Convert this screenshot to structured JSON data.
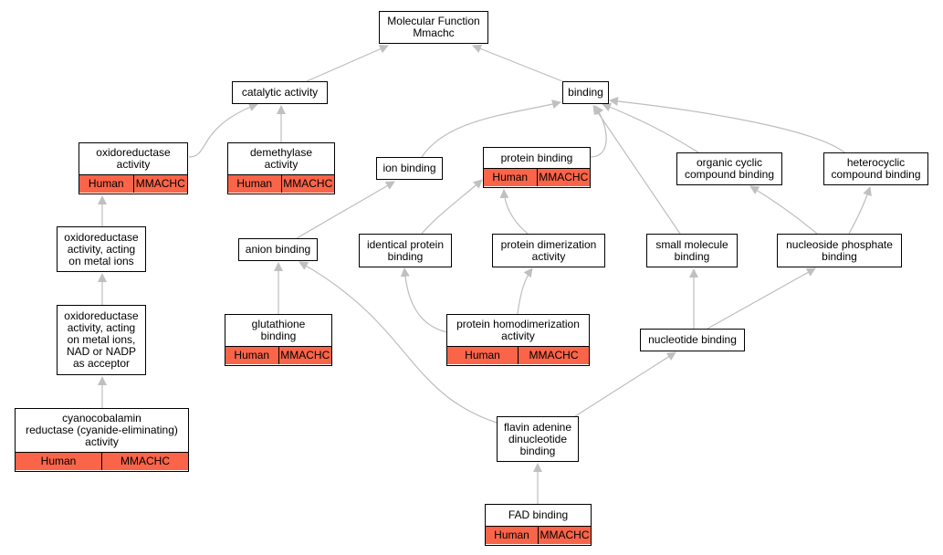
{
  "nodes": {
    "mf": {
      "label": "Molecular Function\nMmachc"
    },
    "cat": {
      "label": "catalytic activity"
    },
    "bind": {
      "label": "binding"
    },
    "oxred": {
      "label": "oxidoreductase\nactivity",
      "species": "Human",
      "gene": "MMACHC"
    },
    "demeth": {
      "label": "demethylase\nactivity",
      "species": "Human",
      "gene": "MMACHC"
    },
    "ionb": {
      "label": "ion binding"
    },
    "protb": {
      "label": "protein binding",
      "species": "Human",
      "gene": "MMACHC"
    },
    "orgcyc": {
      "label": "organic cyclic\ncompound binding"
    },
    "hetcyc": {
      "label": "heterocyclic\ncompound binding"
    },
    "oxmetal": {
      "label": "oxidoreductase\nactivity, acting\non metal ions"
    },
    "anion": {
      "label": "anion binding"
    },
    "identprot": {
      "label": "identical protein\nbinding"
    },
    "protdim": {
      "label": "protein dimerization\nactivity"
    },
    "smallmol": {
      "label": "small molecule\nbinding"
    },
    "nucphos": {
      "label": "nucleoside phosphate\nbinding"
    },
    "oxnad": {
      "label": "oxidoreductase\nactivity, acting\non metal ions,\nNAD or NADP\nas acceptor"
    },
    "gluta": {
      "label": "glutathione\nbinding",
      "species": "Human",
      "gene": "MMACHC"
    },
    "homodim": {
      "label": "protein homodimerization\nactivity",
      "species": "Human",
      "gene": "MMACHC"
    },
    "nucb": {
      "label": "nucleotide binding"
    },
    "cyano": {
      "label": "cyanocobalamin\nreductase (cyanide-eliminating)\nactivity",
      "species": "Human",
      "gene": "MMACHC"
    },
    "flavin": {
      "label": "flavin adenine\ndinucleotide\nbinding"
    },
    "fad": {
      "label": "FAD binding",
      "species": "Human",
      "gene": "MMACHC"
    }
  },
  "edges": [
    [
      "cat",
      "mf"
    ],
    [
      "bind",
      "mf"
    ],
    [
      "oxred",
      "cat"
    ],
    [
      "demeth",
      "cat"
    ],
    [
      "ionb",
      "bind"
    ],
    [
      "protb",
      "bind"
    ],
    [
      "orgcyc",
      "bind"
    ],
    [
      "hetcyc",
      "bind"
    ],
    [
      "smallmol",
      "bind"
    ],
    [
      "oxmetal",
      "oxred"
    ],
    [
      "oxnad",
      "oxmetal"
    ],
    [
      "cyano",
      "oxnad"
    ],
    [
      "anion",
      "ionb"
    ],
    [
      "identprot",
      "protb"
    ],
    [
      "protdim",
      "protb"
    ],
    [
      "nucphos",
      "orgcyc"
    ],
    [
      "nucphos",
      "hetcyc"
    ],
    [
      "gluta",
      "anion"
    ],
    [
      "homodim",
      "identprot"
    ],
    [
      "homodim",
      "protdim"
    ],
    [
      "nucb",
      "smallmol"
    ],
    [
      "nucb",
      "nucphos"
    ],
    [
      "flavin",
      "anion"
    ],
    [
      "flavin",
      "nucb"
    ],
    [
      "fad",
      "flavin"
    ]
  ],
  "colors": {
    "annotation": "#fa6449",
    "edge": "#bdbdbd"
  }
}
